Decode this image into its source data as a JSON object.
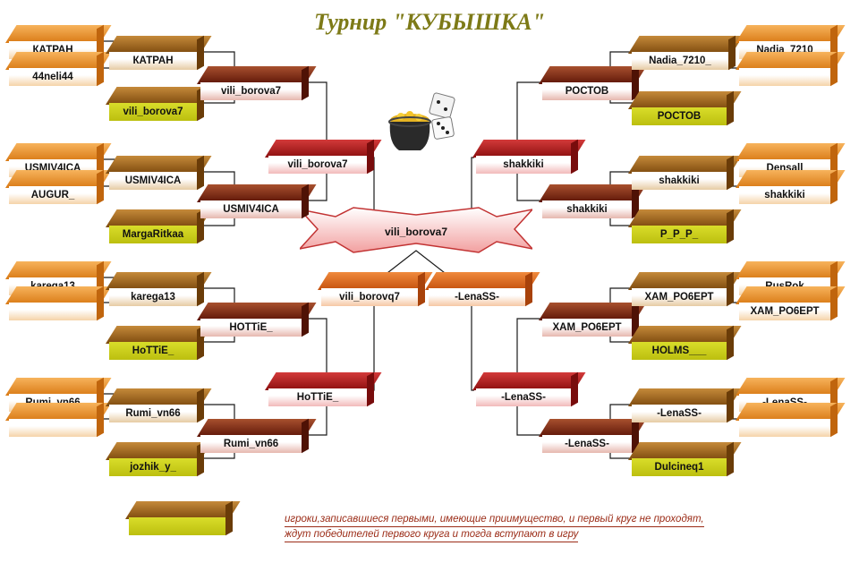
{
  "title": "Турнир \"КУБЫШКА\"",
  "final": {
    "winner": "vili_borova7"
  },
  "left": {
    "round1": [
      "КАТРАН",
      "44neli44",
      "USMIV4ICA",
      "AUGUR_",
      "karega13",
      "",
      "Rumi_vn66",
      ""
    ],
    "round2": [
      "КАТРАН",
      "vili_borova7",
      "USMIV4ICA",
      "MargaRitkaa",
      "karega13",
      "HoTTiE_",
      "Rumi_vn66",
      "jozhik_y_"
    ],
    "round3": [
      "vili_borova7",
      "USMIV4ICA",
      "HOTTiE_",
      "Rumi_vn66"
    ],
    "round4": [
      "vili_borova7",
      "HoTTiE_"
    ],
    "semi": "vili_borovq7"
  },
  "right": {
    "round1": [
      "Nadia_7210",
      "",
      "Densall",
      "shakkiki",
      "RusRok",
      "ХАМ_РО6ЕРТ",
      "-LenaSS-",
      ""
    ],
    "round2": [
      "Nadia_7210_",
      "РОСТОВ",
      "shakkiki",
      "P_P_P_",
      "ХАМ_РО6ЕРТ",
      "HOLMS___",
      "-LenaSS-",
      "Dulcineq1"
    ],
    "round3": [
      "РОСТОВ",
      "shakkiki",
      "ХАМ_РО6ЕРТ",
      "-LenaSS-"
    ],
    "round4": [
      "shakkiki",
      "-LenaSS-"
    ],
    "semi": "-LenaSS-"
  },
  "legend": {
    "line1": "игроки,записавшиеся первыми, имеющие приимущество, и первый круг не проходят,",
    "line2": "ждут победителей первого круга и тогда вступают в игру"
  },
  "colors": {
    "title": "#7d7a17",
    "connector": "#1a1a1a",
    "legend_text": "#9b2c17",
    "seeded_yellow": "#cfd21c"
  },
  "icons": [
    "trophy-pot-icon",
    "dice-icon"
  ]
}
